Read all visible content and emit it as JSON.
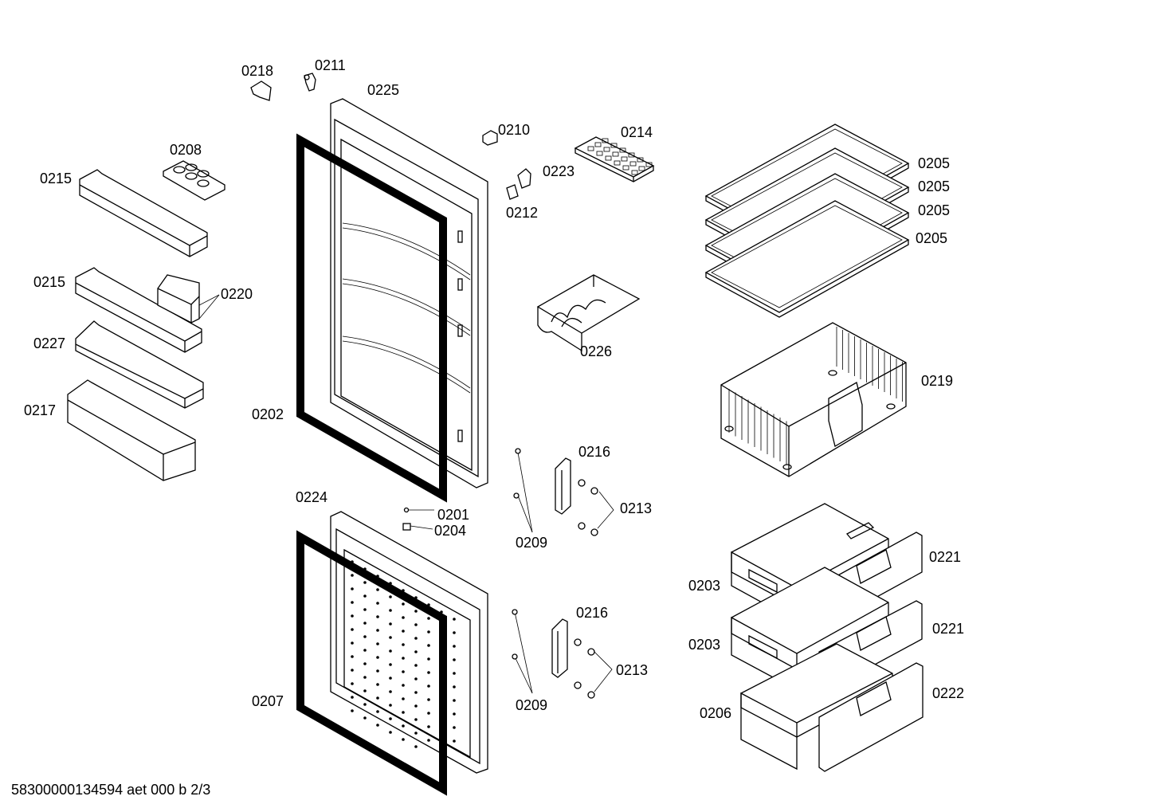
{
  "footer": "58300000134594 aet 000 b 2/3",
  "labels": {
    "l0218": "0218",
    "l0211": "0211",
    "l0225": "0225",
    "l0208": "0208",
    "l0215a": "0215",
    "l0215b": "0215",
    "l0220": "0220",
    "l0227": "0227",
    "l0217": "0217",
    "l0202": "0202",
    "l0210": "0210",
    "l0214": "0214",
    "l0223": "0223",
    "l0212": "0212",
    "l0226": "0226",
    "l0205a": "0205",
    "l0205b": "0205",
    "l0205c": "0205",
    "l0205d": "0205",
    "l0219": "0219",
    "l0216a": "0216",
    "l0213a": "0213",
    "l0209a": "0209",
    "l0224": "0224",
    "l0201": "0201",
    "l0204": "0204",
    "l0207": "0207",
    "l0216b": "0216",
    "l0213b": "0213",
    "l0209b": "0209",
    "l0203a": "0203",
    "l0203b": "0203",
    "l0206": "0206",
    "l0221a": "0221",
    "l0221b": "0221",
    "l0222": "0222"
  }
}
